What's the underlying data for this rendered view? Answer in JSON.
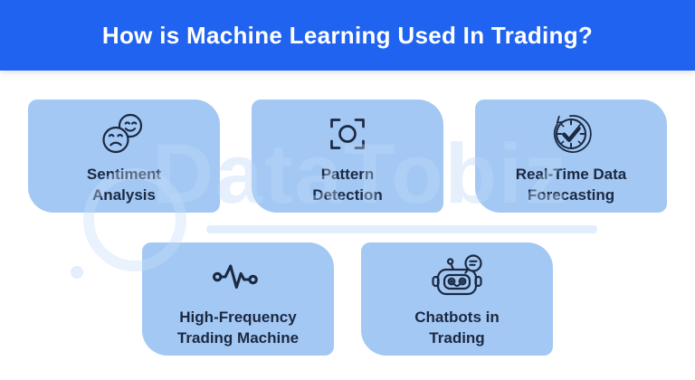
{
  "header": {
    "title": "How is Machine Learning Used In Trading?"
  },
  "watermark": {
    "text": "DataTobiz"
  },
  "cards": [
    {
      "label": "Sentiment Analysis",
      "lines": [
        "Sentiment",
        "Analysis"
      ],
      "icon": "sentiment-faces-icon"
    },
    {
      "label": "Pattern Detection",
      "lines": [
        "Pattern",
        "Detection"
      ],
      "icon": "pattern-scan-icon"
    },
    {
      "label": "Real-Time Data Forecasting",
      "lines": [
        "Real-Time Data",
        "Forecasting"
      ],
      "icon": "clock-check-icon"
    },
    {
      "label": "High-Frequency Trading Machine",
      "lines": [
        "High-Frequency",
        "Trading Machine"
      ],
      "icon": "pulse-wave-icon"
    },
    {
      "label": "Chatbots in Trading",
      "lines": [
        "Chatbots in",
        "Trading"
      ],
      "icon": "chatbot-icon"
    }
  ],
  "colors": {
    "header_bg": "#1f63f0",
    "header_text": "#ffffff",
    "card_bg": "#a3c8f4",
    "card_text": "#1b2942",
    "watermark": "#bed7f8",
    "background": "#ffffff"
  }
}
